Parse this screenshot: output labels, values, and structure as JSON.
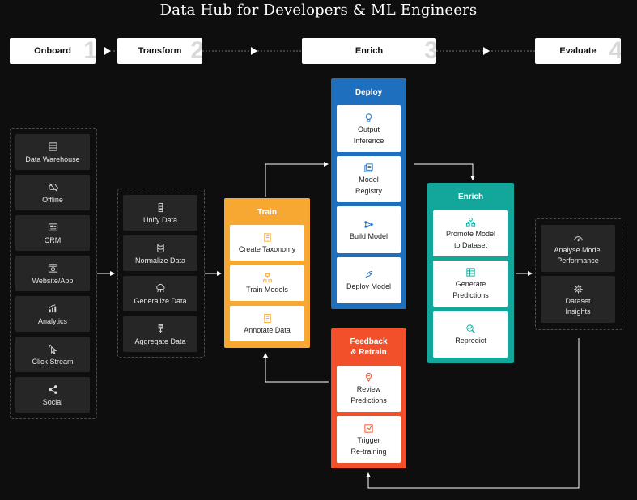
{
  "title": "Data Hub for Developers & ML Engineers",
  "colors": {
    "background": "#0e0e0e",
    "train": "#f7a833",
    "deploy": "#1f6fbf",
    "enrich": "#12a79a",
    "feedback": "#f2502a",
    "dark_card": "#262626"
  },
  "phases": [
    {
      "label": "Onboard",
      "num": "1"
    },
    {
      "label": "Transform",
      "num": "2"
    },
    {
      "label": "Enrich",
      "num": "3"
    },
    {
      "label": "Evaluate",
      "num": "4"
    }
  ],
  "sources": [
    {
      "label": "Data Warehouse",
      "icon": "database-icon"
    },
    {
      "label": "Offline",
      "icon": "cloud-off-icon"
    },
    {
      "label": "CRM",
      "icon": "crm-icon"
    },
    {
      "label": "Website/App",
      "icon": "website-icon"
    },
    {
      "label": "Analytics",
      "icon": "analytics-icon"
    },
    {
      "label": "Click Stream",
      "icon": "cursor-click-icon"
    },
    {
      "label": "Social",
      "icon": "share-icon"
    }
  ],
  "transform": [
    {
      "label": "Unify Data",
      "icon": "unify-icon"
    },
    {
      "label": "Normalize Data",
      "icon": "stack-icon"
    },
    {
      "label": "Generalize Data",
      "icon": "cloud-network-icon"
    },
    {
      "label": "Aggregate Data",
      "icon": "aggregate-icon"
    }
  ],
  "train": {
    "title": "Train",
    "items": [
      {
        "label": "Create Taxonomy",
        "icon": "taxonomy-icon"
      },
      {
        "label": "Train Models",
        "icon": "hierarchy-icon"
      },
      {
        "label": "Annotate Data",
        "icon": "document-icon"
      }
    ]
  },
  "deploy": {
    "title": "Deploy",
    "items": [
      {
        "line1": "Output",
        "line2": "Inference",
        "icon": "bulb-icon"
      },
      {
        "line1": "Model",
        "line2": "Registry",
        "icon": "registry-icon"
      },
      {
        "line1": "Build Model",
        "line2": "",
        "icon": "network-icon"
      },
      {
        "line1": "Deploy Model",
        "line2": "",
        "icon": "rocket-icon"
      }
    ]
  },
  "feedback": {
    "title_line1": "Feedback",
    "title_line2": "& Retrain",
    "items": [
      {
        "line1": "Review",
        "line2": "Predictions",
        "icon": "review-icon"
      },
      {
        "line1": "Trigger",
        "line2": "Re-training",
        "icon": "chart-trigger-icon"
      }
    ]
  },
  "enrich": {
    "title": "Enrich",
    "items": [
      {
        "line1": "Promote Model",
        "line2": "to Dataset",
        "icon": "promote-icon"
      },
      {
        "line1": "Generate",
        "line2": "Predictions",
        "icon": "table-icon"
      },
      {
        "line1": "Repredict",
        "line2": "",
        "icon": "search-chart-icon"
      }
    ]
  },
  "evaluate": [
    {
      "line1": "Analyse Model",
      "line2": "Performance",
      "icon": "gauge-icon"
    },
    {
      "line1": "Dataset",
      "line2": "Insights",
      "icon": "gear-insight-icon"
    }
  ]
}
